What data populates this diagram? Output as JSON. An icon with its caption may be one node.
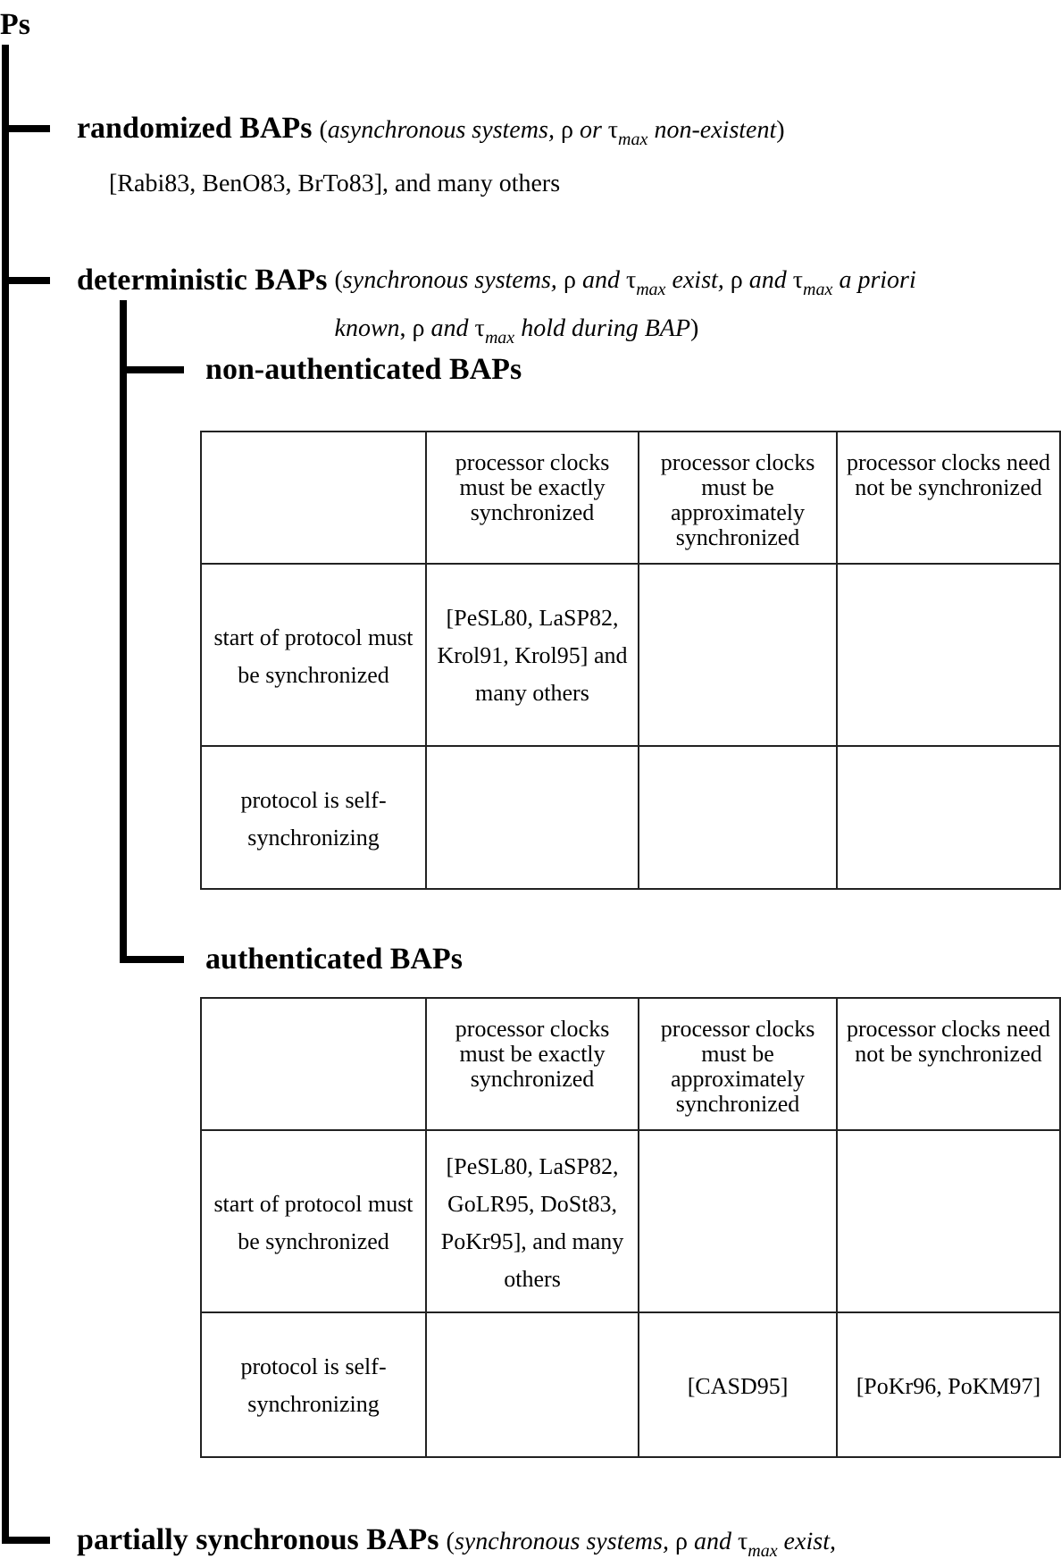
{
  "diagram": {
    "nodes": [
      {
        "text": [
          "Ps"
        ]
      },
      {
        "text": [
          "randomized BAPs",
          "(*asynchronous systems,* ρ *or* τ$_{max}$ *non-existent*)",
          "[Rabi83, BenO83, BrTo83], and many others"
        ]
      },
      {
        "text": [
          "deterministic BAPs",
          "(*synchronous systems,* ρ *and* τ$_{max}$ *exist,* ρ *and* τ$_{max}$ *a priori known*, ρ *and* τ$_{max}$ *hold during BAP*)"
        ]
      },
      {
        "text": [
          "non-authenticated BAPs"
        ]
      },
      {
        "text": [
          "authenticated BAPs"
        ]
      },
      {
        "text": [
          "partially synchronous BAPs",
          "(*synchronous systems,* ρ *and* τ$_{max}$ *exist,*"
        ]
      }
    ],
    "edges": [
      {
        "from": 0,
        "to": 1,
        "arrow": "none"
      },
      {
        "from": 0,
        "to": 2,
        "arrow": "none"
      },
      {
        "from": 0,
        "to": 5,
        "arrow": "none"
      },
      {
        "from": 2,
        "to": 3,
        "arrow": "none"
      },
      {
        "from": 2,
        "to": 4,
        "arrow": "none"
      }
    ],
    "labels": [
      "processor clocks must be exactly synchronized",
      "processor clocks must be approximately synchronized",
      "processor clocks need not be synchronized",
      "start of protocol must be synchronized",
      "[PeSL80, LaSP82, Krol91, Krol95] and many others",
      "protocol is self-synchronizing",
      "processor clocks must be exactly synchronized",
      "processor clocks must be approximately synchronized",
      "processor clocks need not be synchronized",
      "start of protocol must be synchronized",
      "[PeSL80, LaSP82, GoLR95, DoSt83, PoKr95], and many others",
      "protocol is self-synchronizing",
      "[CASD95]",
      "[PoKr96, PoKM97]"
    ]
  }
}
